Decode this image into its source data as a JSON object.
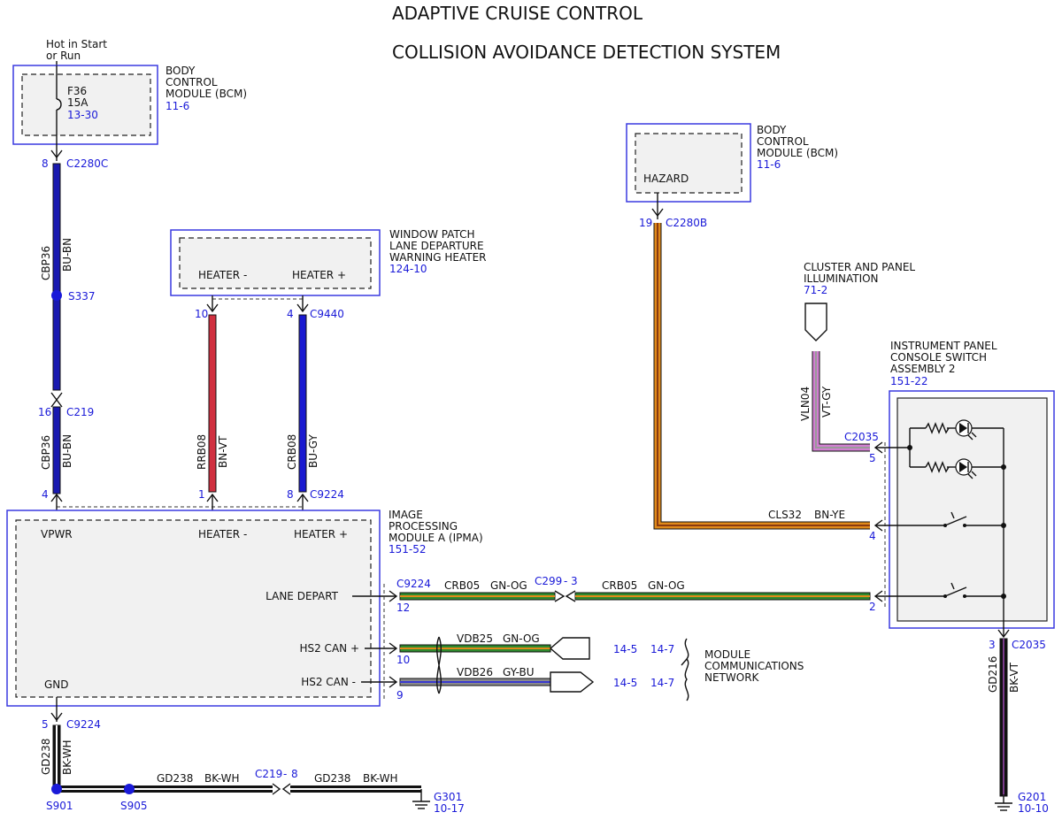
{
  "title": {
    "line1": "ADAPTIVE CRUISE CONTROL",
    "line2": "COLLISION AVOIDANCE DETECTION SYSTEM"
  },
  "colors": {
    "module_border": "#3a3ae0",
    "ref_text": "#1a1ad8",
    "splice_dot": "#1a1ad8",
    "wire_blue": "#1a1ab0",
    "wire_brown": "#6b3a1e",
    "wire_red": "#d03040",
    "wire_violet": "#7a3a8a",
    "wire_green": "#2e8a2e",
    "wire_orange": "#e08a1a",
    "wire_gray": "#8a8a8a",
    "wire_yellow": "#d8c020",
    "wire_black": "#111111",
    "wire_pink": "#d080d0"
  },
  "hot_label": {
    "line1": "Hot in Start",
    "line2": "or Run"
  },
  "bcm_top": {
    "name_lines": [
      "BODY",
      "CONTROL",
      "MODULE (BCM)"
    ],
    "ref": "11-6",
    "fuse_name": "F36",
    "fuse_rating": "15A",
    "fuse_ref": "13-30",
    "pin": "8",
    "connector": "C2280C"
  },
  "bcm_right": {
    "name_lines": [
      "BODY",
      "CONTROL",
      "MODULE (BCM)"
    ],
    "ref": "11-6",
    "pin_label": "HAZARD",
    "pin": "19",
    "connector": "C2280B"
  },
  "window_patch": {
    "name_lines": [
      "WINDOW PATCH",
      "LANE DEPARTURE",
      "WARNING HEATER"
    ],
    "ref": "124-10",
    "pin_minus_label": "HEATER -",
    "pin_plus_label": "HEATER +",
    "pin_minus": "10",
    "pin_plus": "4",
    "connector": "C9440"
  },
  "ipma": {
    "name_lines": [
      "IMAGE",
      "PROCESSING",
      "MODULE A (IPMA)"
    ],
    "ref": "151-52",
    "vpwr_label": "VPWR",
    "heater_minus_label": "HEATER -",
    "heater_plus_label": "HEATER +",
    "lane_depart_label": "LANE DEPART",
    "hs2_can_plus_label": "HS2 CAN +",
    "hs2_can_minus_label": "HS2 CAN -",
    "gnd_label": "GND",
    "pin_vpwr": "4",
    "pin_heater_minus": "1",
    "pin_heater_plus": "8",
    "connector_top": "C9224",
    "connector_right": "C9224",
    "pin_lane": "12",
    "pin_can_plus": "10",
    "pin_can_minus": "9",
    "pin_gnd": "5",
    "connector_gnd": "C9224"
  },
  "cluster": {
    "name_lines": [
      "CLUSTER AND PANEL",
      "ILLUMINATION"
    ],
    "ref": "71-2"
  },
  "ipcs": {
    "name_lines": [
      "INSTRUMENT PANEL",
      "CONSOLE SWITCH",
      "ASSEMBLY 2"
    ],
    "ref": "151-22",
    "connector_top": "C2035",
    "pin_illum": "5",
    "pin_hazard": "4",
    "pin_lane": "2",
    "pin_gnd": "3",
    "connector_gnd": "C2035"
  },
  "wires": {
    "cbp36_upper": {
      "circuit": "CBP36",
      "color": "BU-BN"
    },
    "cbp36_lower": {
      "circuit": "CBP36",
      "color": "BU-BN"
    },
    "rrb08": {
      "circuit": "RRB08",
      "color": "BN-VT"
    },
    "crb08": {
      "circuit": "CRB08",
      "color": "BU-GY"
    },
    "cls32": {
      "circuit": "CLS32",
      "color": "BN-YE"
    },
    "vln04": {
      "circuit": "VLN04",
      "color": "VT-GY"
    },
    "crb05_left": {
      "circuit": "CRB05",
      "color": "GN-OG"
    },
    "crb05_right": {
      "circuit": "CRB05",
      "color": "GN-OG"
    },
    "vdb25": {
      "circuit": "VDB25",
      "color": "GN-OG"
    },
    "vdb26": {
      "circuit": "VDB26",
      "color": "GY-BU"
    },
    "gd238_vert": {
      "circuit": "GD238",
      "color": "BK-WH"
    },
    "gd238_mid": {
      "circuit": "GD238",
      "color": "BK-WH"
    },
    "gd238_right": {
      "circuit": "GD238",
      "color": "BK-WH"
    },
    "gd216": {
      "circuit": "GD216",
      "color": "BK-VT"
    }
  },
  "connectors": {
    "c219_top": {
      "pin": "16",
      "name": "C219"
    },
    "c299_inline": {
      "name": "C299",
      "pin": "3"
    },
    "c219_inline": {
      "name": "C219",
      "pin": "8"
    }
  },
  "splices": {
    "s337": "S337",
    "s901": "S901",
    "s905": "S905"
  },
  "grounds": {
    "g301": {
      "name": "G301",
      "ref": "10-17"
    },
    "g201": {
      "name": "G201",
      "ref": "10-10"
    }
  },
  "network": {
    "can_plus_ref1": "14-5",
    "can_plus_ref2": "14-7",
    "can_minus_ref1": "14-5",
    "can_minus_ref2": "14-7",
    "label_lines": [
      "MODULE",
      "COMMUNICATIONS",
      "NETWORK"
    ]
  }
}
